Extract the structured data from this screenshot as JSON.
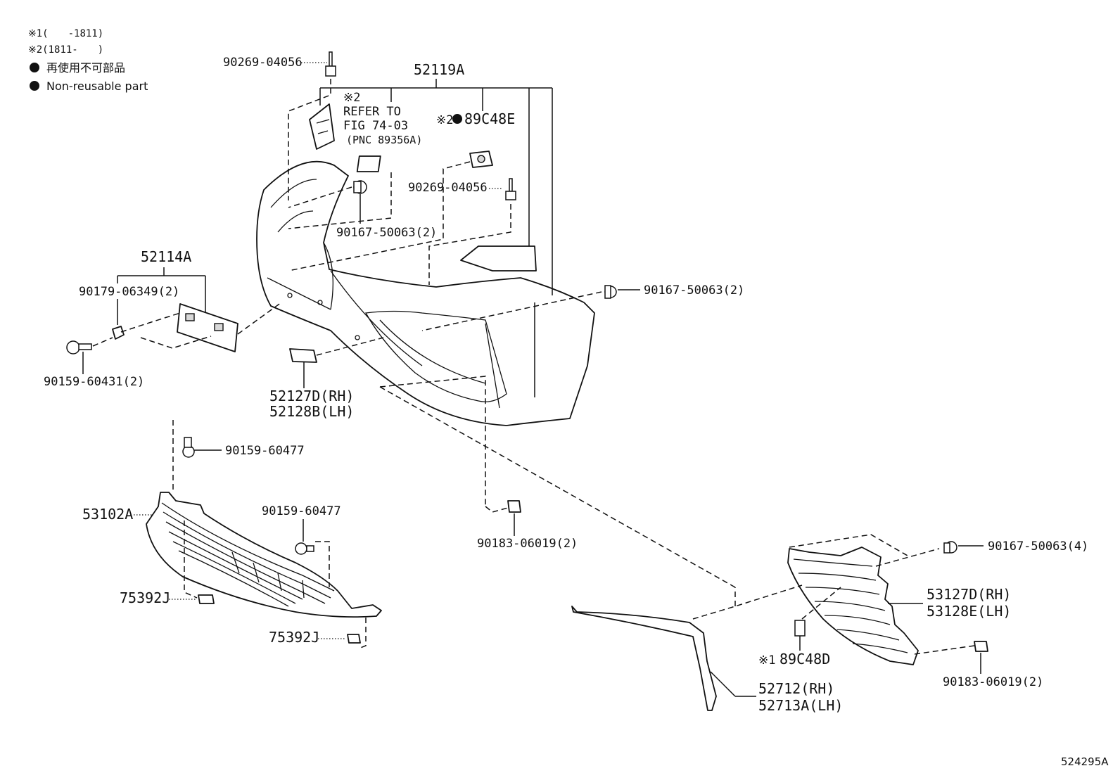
{
  "legend": {
    "note1": "※1(　　-1811)",
    "note2": "※2(1811-　　)",
    "nonreusable_jp": "再使用不可部品",
    "nonreusable_en": "Non-reusable part"
  },
  "labels": {
    "p_90269_04056_top": "90269-04056",
    "p_52119A": "52119A",
    "note_ref": "※2",
    "refer_to": "REFER TO",
    "fig": "FIG 74-03",
    "pnc": "(PNC 89356A)",
    "marker2_89C48E": "※2",
    "p_89C48E": "89C48E",
    "p_90269_04056_mid": "90269-04056",
    "p_90167_50063_a": "90167-50063(2)",
    "p_52114A": "52114A",
    "p_90179_06349": "90179-06349(2)",
    "p_90167_50063_b": "90167-50063(2)",
    "p_90159_60431": "90159-60431(2)",
    "p_52127D": "52127D(RH)",
    "p_52128B": "52128B(LH)",
    "p_90159_60477_a": "90159-60477",
    "p_53102A": "53102A",
    "p_90159_60477_b": "90159-60477",
    "p_90183_06019_a": "90183-06019(2)",
    "p_75392J_a": "75392J",
    "p_75392J_b": "75392J",
    "p_90167_50063_c": "90167-50063(4)",
    "p_53127D": "53127D(RH)",
    "p_53128E": "53128E(LH)",
    "marker1_89C48D": "※1",
    "p_89C48D": "89C48D",
    "p_90183_06019_b": "90183-06019(2)",
    "p_52712": "52712(RH)",
    "p_52713A": "52713A(LH)",
    "catalog_id": "524295A"
  }
}
